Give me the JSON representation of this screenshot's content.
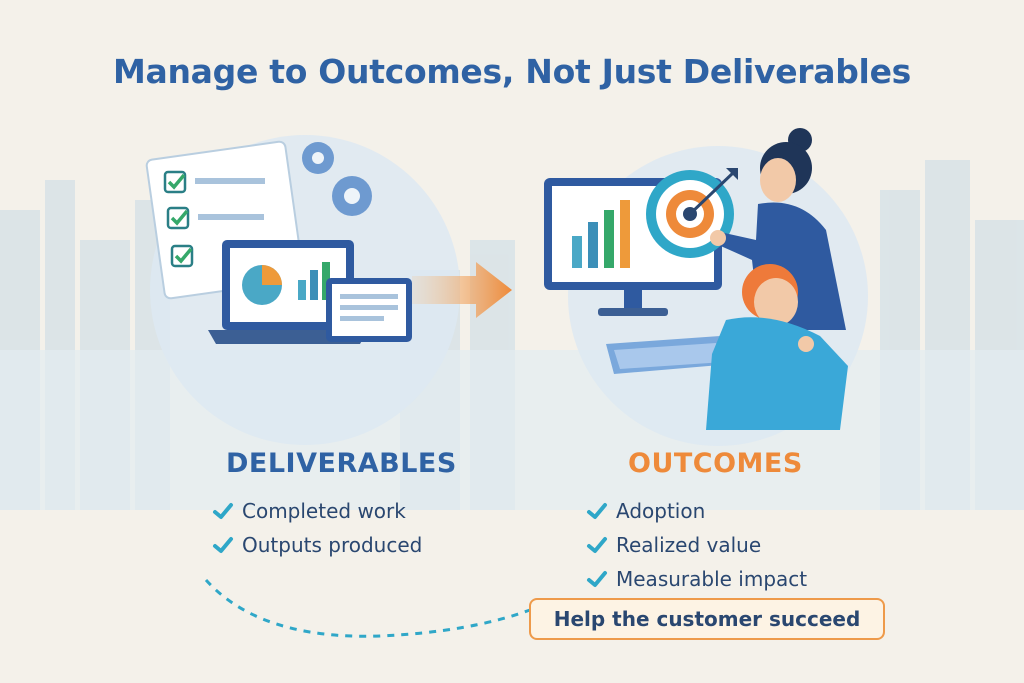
{
  "title": "Manage to Outcomes, Not Just Deliverables",
  "deliverables": {
    "heading": "DELIVERABLES",
    "items": [
      "Completed work",
      "Outputs produced"
    ]
  },
  "outcomes": {
    "heading": "OUTCOMES",
    "items": [
      "Adoption",
      "Realized value",
      "Measurable impact"
    ]
  },
  "cta": "Help the customer succeed",
  "colors": {
    "title_blue": "#2f62a4",
    "accent_orange": "#ee8a3a",
    "check_teal": "#2fa7c8"
  }
}
